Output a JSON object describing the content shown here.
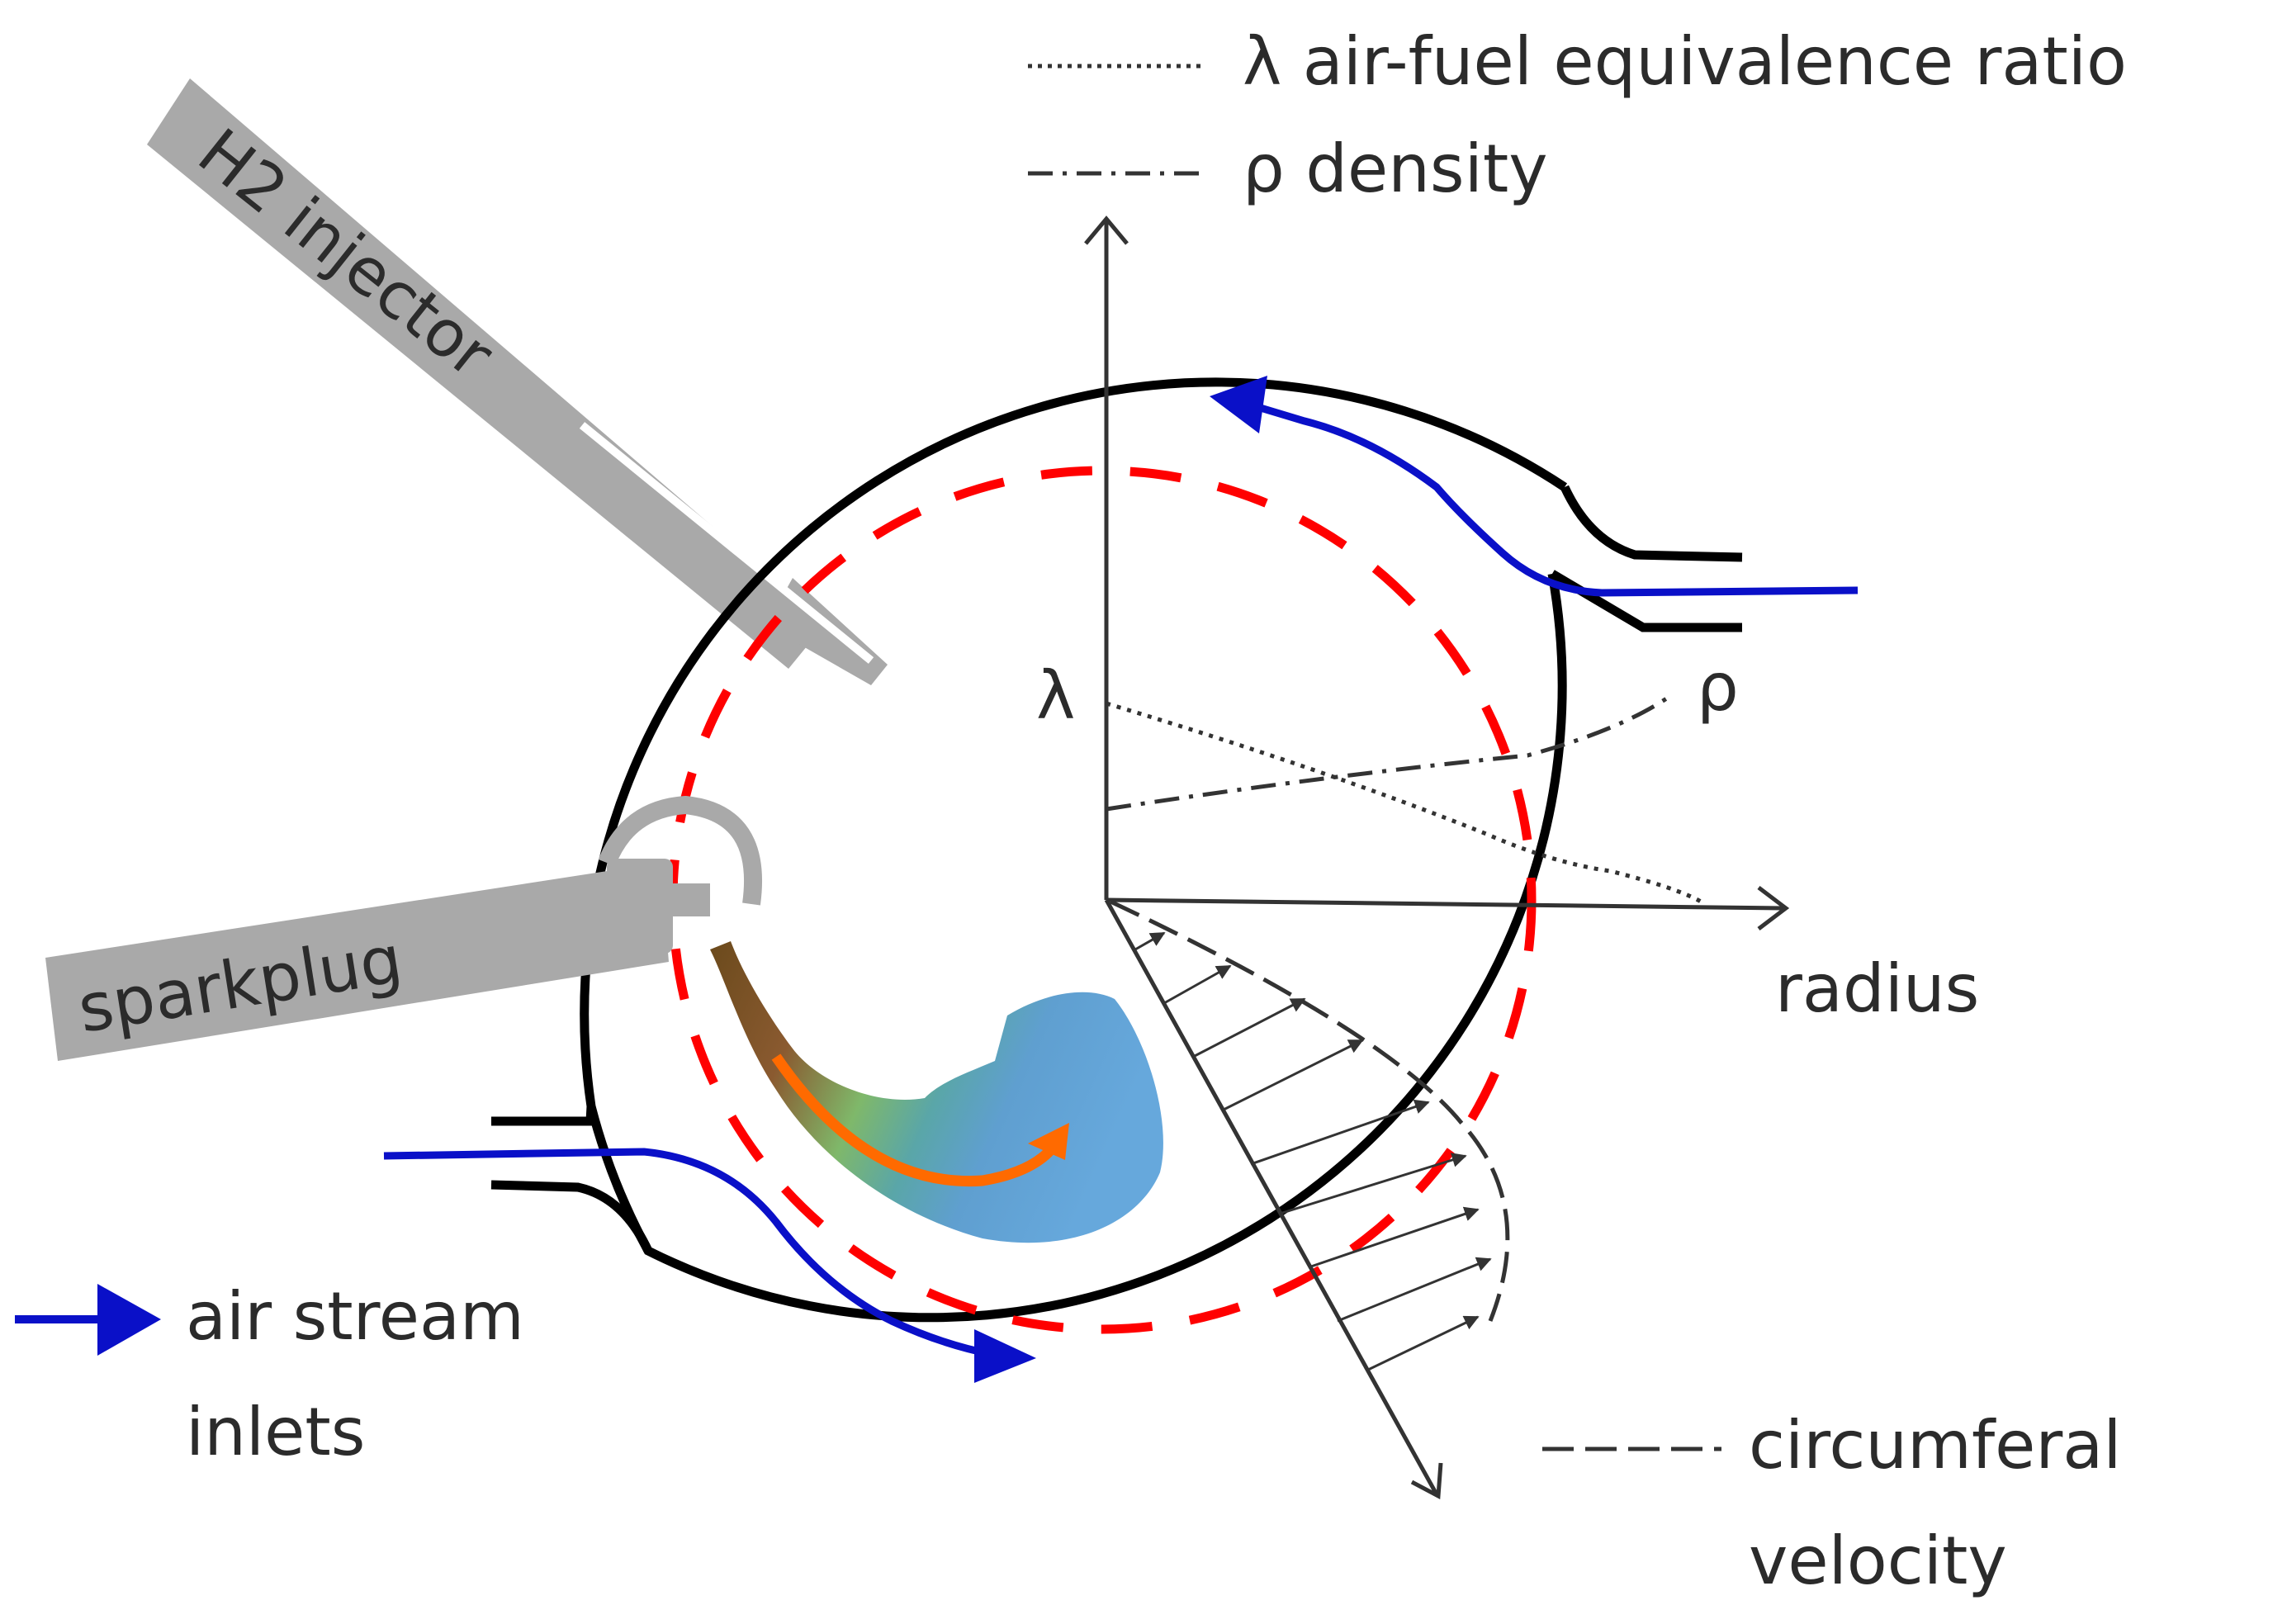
{
  "legend": {
    "lambda_label": "λ air-fuel equivalence ratio",
    "rho_label": "ρ density",
    "velocity_label_line1": "circumferal",
    "velocity_label_line2": "velocity",
    "air_label_line1": "air stream",
    "air_label_line2": "inlets"
  },
  "labels": {
    "injector": "H2 injector",
    "sparkplug": "sparkplug",
    "lambda_symbol": "λ",
    "rho_symbol": "ρ",
    "radius_axis": "radius"
  },
  "colors": {
    "chamber_wall": "#000000",
    "air_stream": "#0a10c8",
    "dashed_circle": "#ff0000",
    "flame_arrow": "#ff6a00",
    "component_gray": "#a9a9a9",
    "axis": "#333333"
  }
}
